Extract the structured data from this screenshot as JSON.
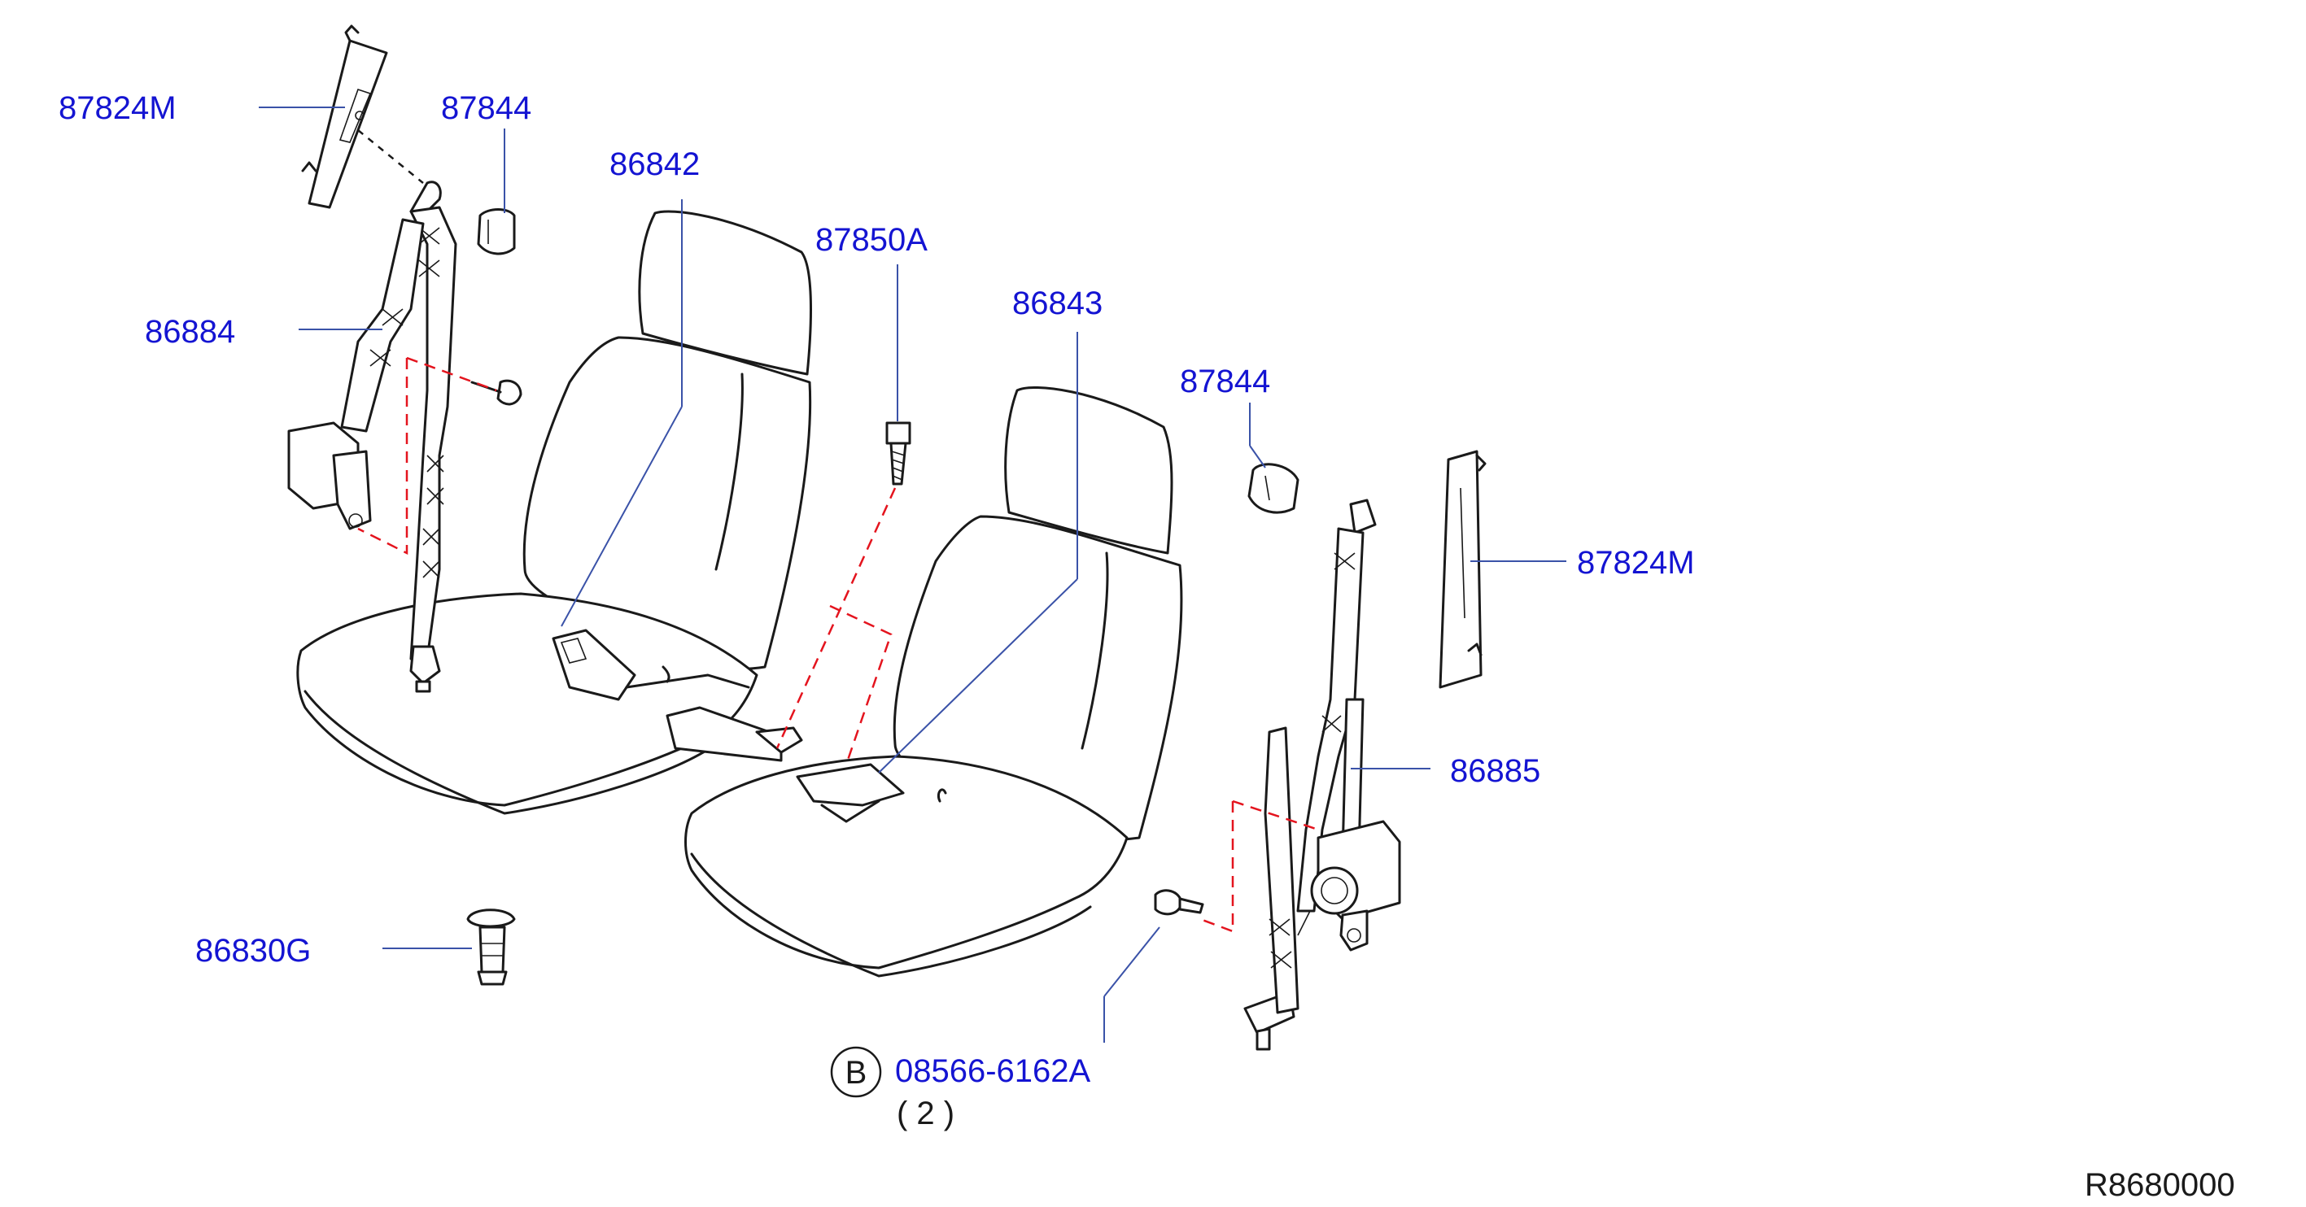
{
  "diagram": {
    "reference_code": "R8680000",
    "callouts": [
      {
        "id": "c1",
        "part_number": "87824M"
      },
      {
        "id": "c2",
        "part_number": "87844"
      },
      {
        "id": "c3",
        "part_number": "86842"
      },
      {
        "id": "c4",
        "part_number": "87850A"
      },
      {
        "id": "c5",
        "part_number": "86884"
      },
      {
        "id": "c6",
        "part_number": "86843"
      },
      {
        "id": "c7",
        "part_number": "87844"
      },
      {
        "id": "c8",
        "part_number": "87824M"
      },
      {
        "id": "c9",
        "part_number": "86885"
      },
      {
        "id": "c10",
        "part_number": "86830G"
      },
      {
        "id": "c11",
        "part_number": "08566-6162A",
        "circle_label": "B",
        "quantity": "( 2 )"
      }
    ]
  }
}
